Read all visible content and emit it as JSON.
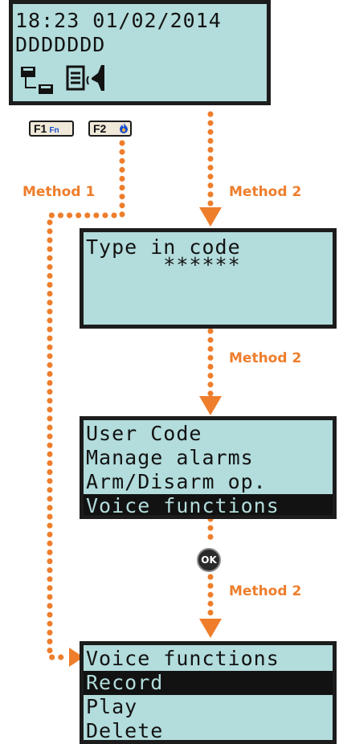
{
  "screens": {
    "home": {
      "datetime": "18:23 01/02/2014",
      "name": "DDDDDDD"
    },
    "code": {
      "lines": [
        "Type in code",
        "      ******"
      ]
    },
    "user_menu": {
      "lines": [
        "User Code",
        "Manage alarms",
        "Arm/Disarm op.",
        "Voice functions"
      ],
      "selected_index": 3
    },
    "voice_menu": {
      "lines": [
        "Voice functions",
        "Record",
        "Play",
        "Delete"
      ],
      "selected_index": 1
    }
  },
  "keys": {
    "f1_label": "F1",
    "f1_sub": "Fn",
    "f2_label": "F2"
  },
  "methods": {
    "method1": "Method 1",
    "method2": "Method 2"
  },
  "ok_key": "OK",
  "colors": {
    "accent": "#ee7e2c",
    "lcd_bg": "#b3dcdc",
    "lcd_frame": "#1c1c1c"
  }
}
